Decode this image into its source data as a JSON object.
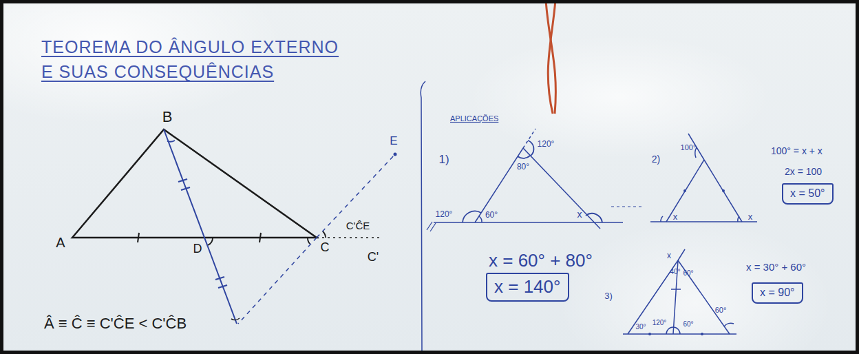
{
  "diagram": {
    "title": "TEOREMA DO ÂNGULO EXTERNO E SUAS CONSEQUÊNCIAS",
    "nodes": [
      {
        "text": [
          "x = 140°"
        ]
      },
      {
        "text": [
          "x = 50°"
        ]
      },
      {
        "text": [
          "x = 90°"
        ]
      }
    ],
    "labels": [
      "B",
      "A",
      "D",
      "C",
      "C'",
      "E",
      "C'ĈE",
      "Â ≡ Ĉ ≡ C'ĈE < C'ĈB",
      "APLICAÇÕES",
      "1)",
      "120°",
      "80°",
      "120°",
      "60°",
      "x",
      "x = 60° + 80°",
      "2)",
      "100°",
      "x",
      "x",
      "100° = x + x",
      "2x = 100",
      "3)",
      "x",
      "40°",
      "60°",
      "30°",
      "120°",
      "60°",
      "60°",
      "x = 30° + 60°"
    ]
  }
}
